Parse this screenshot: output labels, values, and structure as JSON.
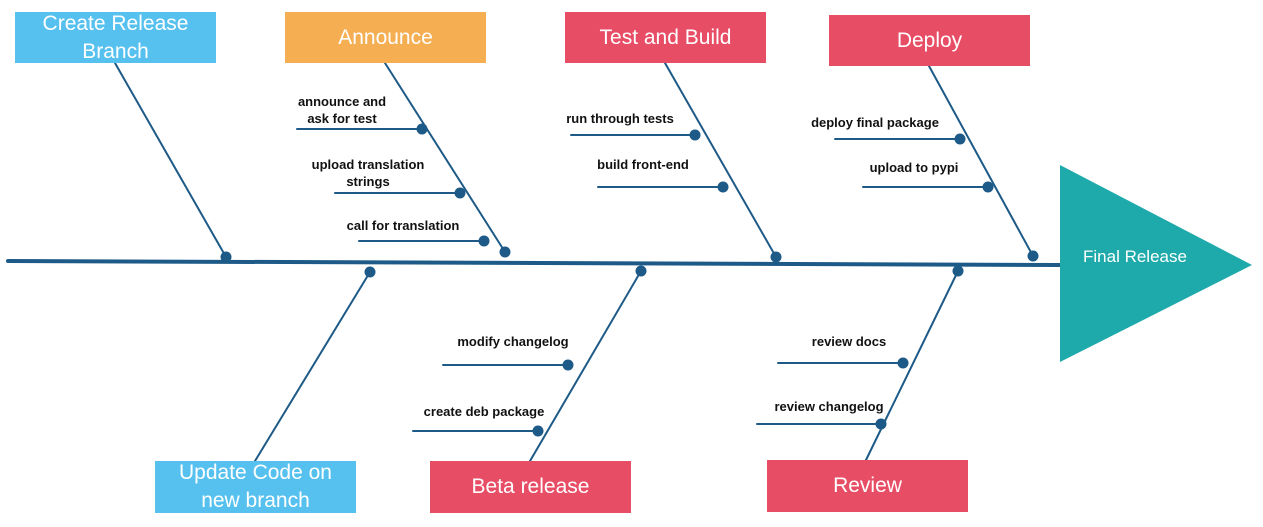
{
  "colors": {
    "line": "#1d5a87",
    "dot": "#1d5a87",
    "light_blue": "#56c1ef",
    "orange": "#f5ae52",
    "red": "#e84d66",
    "teal": "#1ea9aa"
  },
  "head": {
    "label": "Final Release"
  },
  "categories": [
    {
      "id": "create-release-branch",
      "label": "Create  Release Branch",
      "color": "light_blue"
    },
    {
      "id": "announce",
      "label": "Announce",
      "color": "orange"
    },
    {
      "id": "test-and-build",
      "label": "Test and Build",
      "color": "red"
    },
    {
      "id": "deploy",
      "label": "Deploy",
      "color": "red"
    },
    {
      "id": "update-code",
      "label": "Update Code on new branch",
      "color": "light_blue"
    },
    {
      "id": "beta-release",
      "label": "Beta release",
      "color": "red"
    },
    {
      "id": "review",
      "label": "Review",
      "color": "red"
    }
  ],
  "causes": {
    "announce": [
      "announce and\nask for test",
      "upload translation\nstrings",
      "call for translation"
    ],
    "test-and-build": [
      "run through tests",
      "build front-end"
    ],
    "deploy": [
      "deploy final package",
      "upload to pypi"
    ],
    "beta-release": [
      "modify changelog",
      "create deb package"
    ],
    "review": [
      "review docs",
      "review changelog"
    ]
  }
}
